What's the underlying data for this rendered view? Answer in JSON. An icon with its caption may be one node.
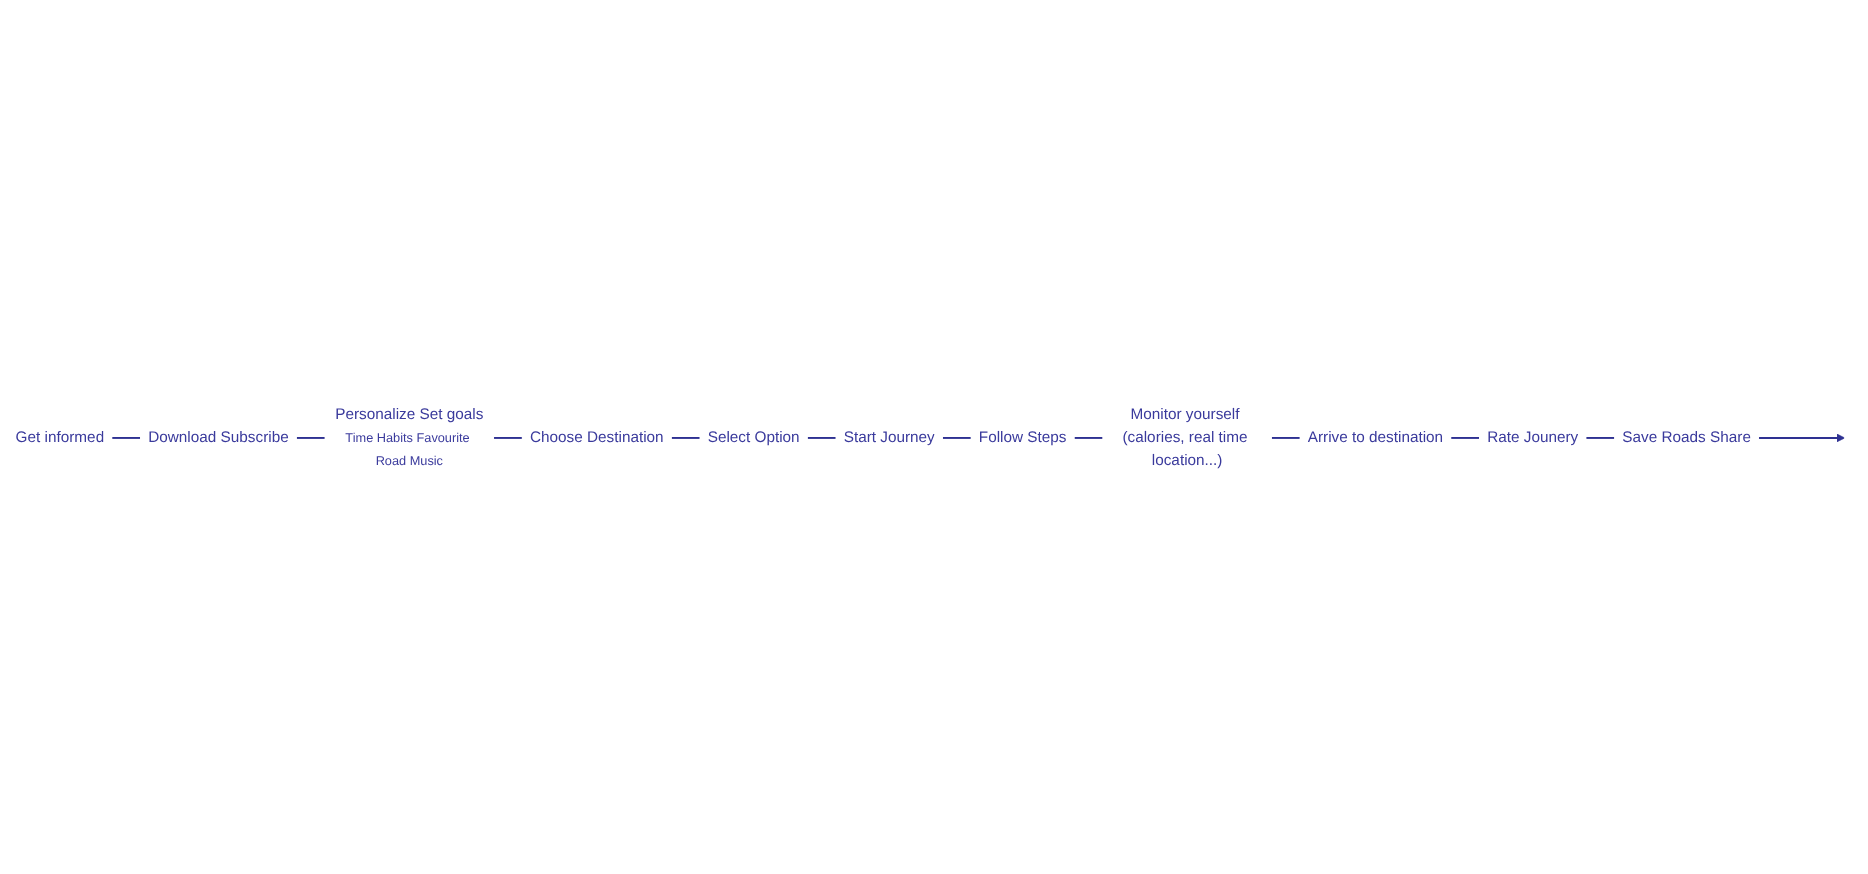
{
  "diagram": {
    "nodes": [
      {
        "text": [
          "Get informed"
        ]
      },
      {
        "text": [
          "Download Subscribe"
        ]
      },
      {
        "text": [
          "Personalize Set goals",
          "Time Habits Favourite Road Music"
        ]
      },
      {
        "text": [
          "Choose Destination"
        ]
      },
      {
        "text": [
          "Select Option"
        ]
      },
      {
        "text": [
          "Start Journey"
        ]
      },
      {
        "text": [
          "Follow Steps"
        ]
      },
      {
        "text": [
          "Monitor yourself (calories, real time location...)"
        ]
      },
      {
        "text": [
          "Arrive to destination"
        ]
      },
      {
        "text": [
          "Rate Jounery"
        ]
      },
      {
        "text": [
          "Save Roads Share"
        ]
      }
    ],
    "edges": [
      {
        "from": 0,
        "to": 1,
        "arrow": "none"
      },
      {
        "from": 1,
        "to": 2,
        "arrow": "none"
      },
      {
        "from": 2,
        "to": 3,
        "arrow": "none"
      },
      {
        "from": 3,
        "to": 4,
        "arrow": "none"
      },
      {
        "from": 4,
        "to": 5,
        "arrow": "none"
      },
      {
        "from": 5,
        "to": 6,
        "arrow": "none"
      },
      {
        "from": 6,
        "to": 7,
        "arrow": "none"
      },
      {
        "from": 7,
        "to": 8,
        "arrow": "none"
      },
      {
        "from": 8,
        "to": 9,
        "arrow": "none"
      },
      {
        "from": 9,
        "to": 10,
        "arrow": "none"
      },
      {
        "from": 10,
        "to": null,
        "arrow": "to"
      }
    ]
  }
}
